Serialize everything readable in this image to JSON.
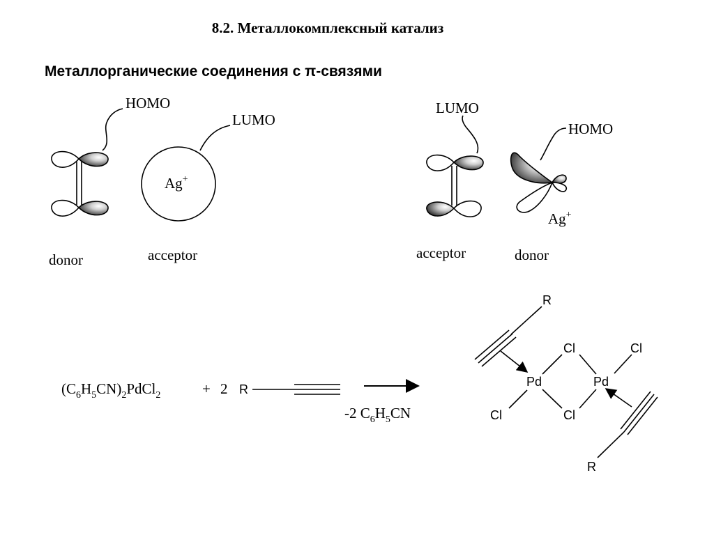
{
  "section_heading": "8.2. Металлокомплексный катализ",
  "slide_title": "Металлорганические соединения с π-связями",
  "left_scheme": {
    "homo_label": "HOMO",
    "lumo_label": "LUMO",
    "ion_base": "Ag",
    "ion_charge": "+",
    "donor_caption": "donor",
    "acceptor_caption": "acceptor"
  },
  "right_scheme": {
    "lumo_label": "LUMO",
    "homo_label": "HOMO",
    "ion_base": "Ag",
    "ion_charge": "+",
    "acceptor_caption": "acceptor",
    "donor_caption": "donor"
  },
  "reaction": {
    "reagent_parts": [
      "(C",
      "6",
      "H",
      "5",
      "CN)",
      "2",
      "PdCl",
      "2"
    ],
    "plus": "+",
    "coefficient": "2",
    "alkyne_substituent": "R",
    "byproduct_parts": [
      "-2 C",
      "6",
      "H",
      "5",
      "CN"
    ]
  },
  "product": {
    "pd_left": "Pd",
    "pd_right": "Pd",
    "cl_bridge_top": "Cl",
    "cl_bridge_bottom": "Cl",
    "cl_terminal_top": "Cl",
    "cl_terminal_bottom": "Cl",
    "r_top": "R",
    "r_bottom": "R"
  }
}
